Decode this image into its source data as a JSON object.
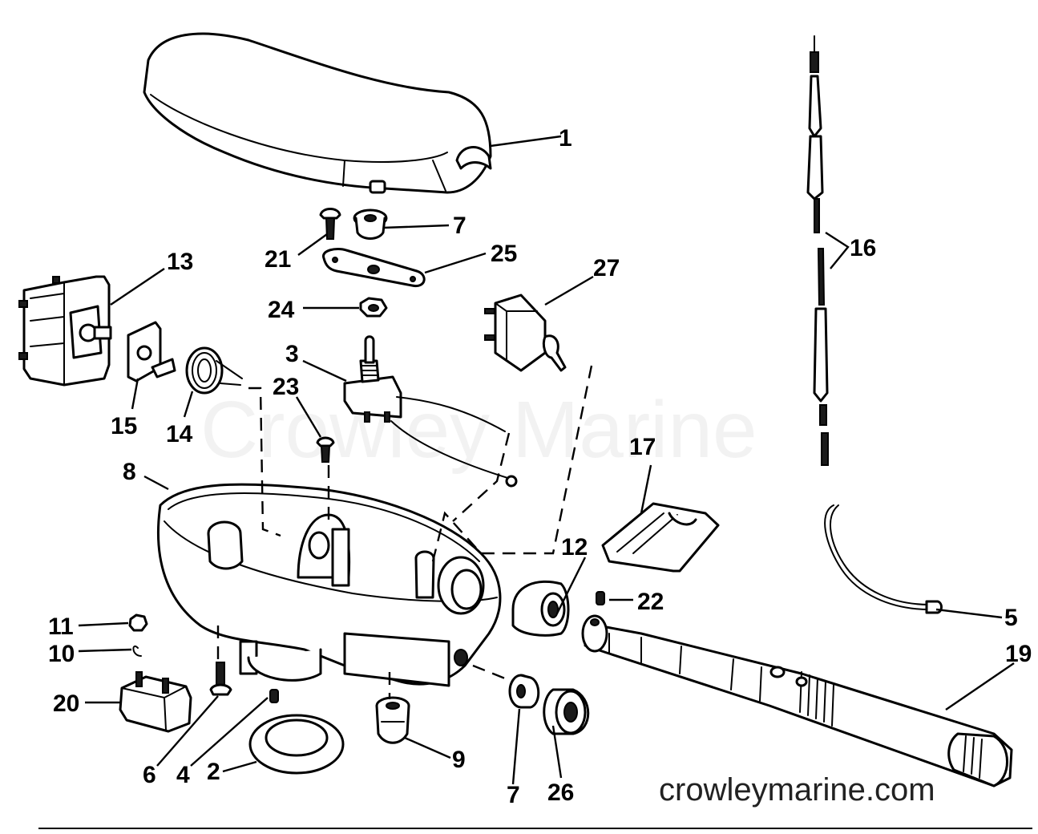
{
  "diagram": {
    "watermark": "Crowley Marine",
    "website": "crowleymarine.com",
    "callouts": {
      "c1": "1",
      "c2": "2",
      "c3": "3",
      "c4": "4",
      "c5": "5",
      "c6": "6",
      "c7a": "7",
      "c7b": "7",
      "c8": "8",
      "c9": "9",
      "c10": "10",
      "c11": "11",
      "c12": "12",
      "c13": "13",
      "c14": "14",
      "c15": "15",
      "c16": "16",
      "c17": "17",
      "c19": "19",
      "c20": "20",
      "c21": "21",
      "c22": "22",
      "c23": "23",
      "c24": "24",
      "c25": "25",
      "c26": "26",
      "c27": "27"
    }
  }
}
